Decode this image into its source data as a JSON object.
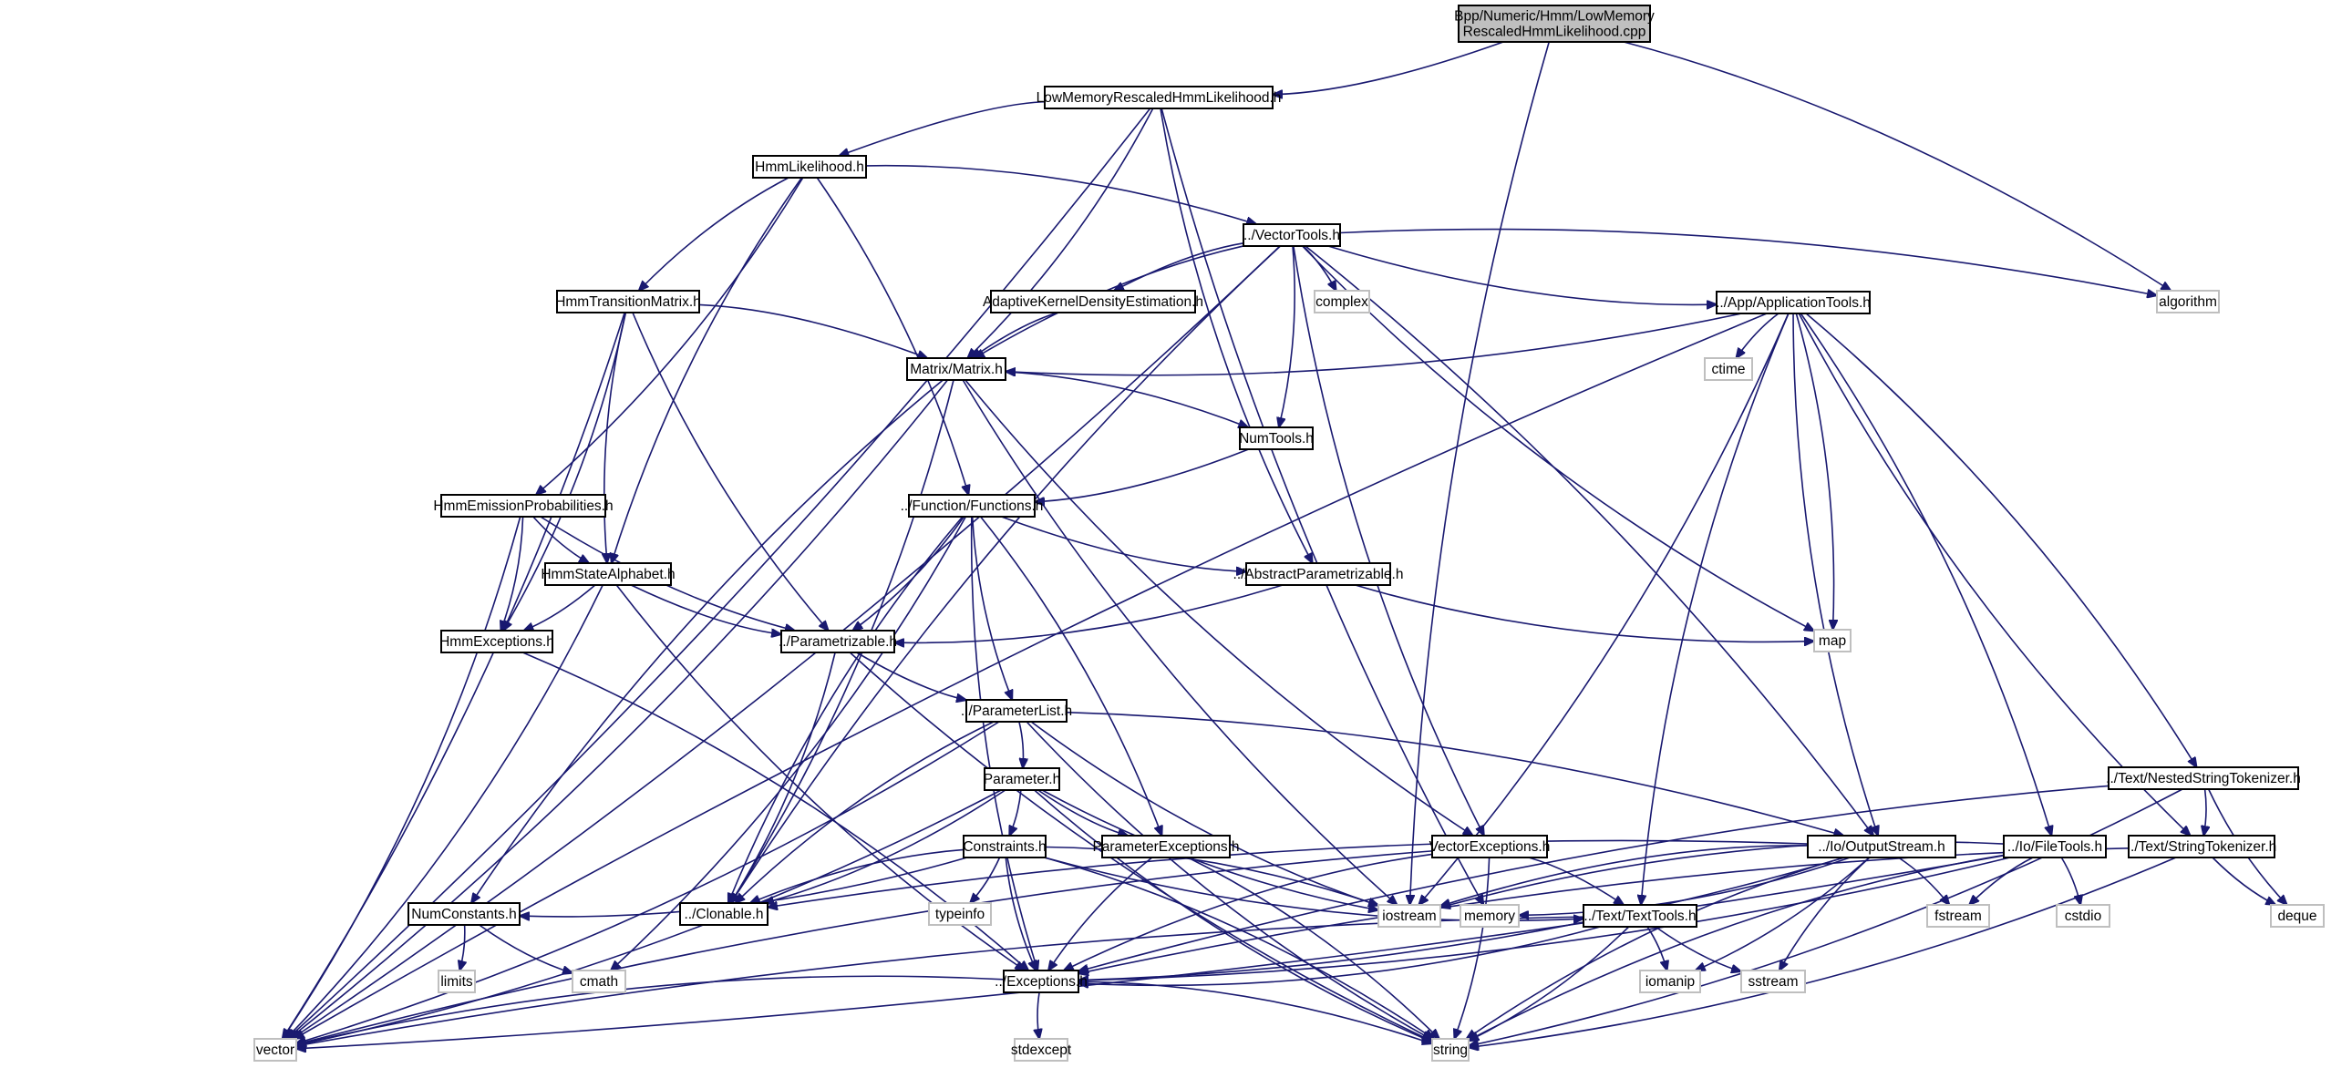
{
  "title": "Include dependency graph for LowMemoryRescaledHmmLikelihood.cpp",
  "colors": {
    "edge": "#191970",
    "root_fill": "#bfbfbf",
    "node_border": "#000000",
    "system_border": "#bfbfbf"
  },
  "nodes": [
    {
      "id": "root",
      "label": "Bpp/Numeric/Hmm/LowMemory\nRescaledHmmLikelihood.cpp",
      "kind": "root"
    },
    {
      "id": "lmrhl",
      "label": "LowMemoryRescaledHmmLikelihood.h",
      "kind": "project"
    },
    {
      "id": "hmml",
      "label": "HmmLikelihood.h",
      "kind": "project"
    },
    {
      "id": "vectortools",
      "label": "../VectorTools.h",
      "kind": "project"
    },
    {
      "id": "hmmtm",
      "label": "HmmTransitionMatrix.h",
      "kind": "project"
    },
    {
      "id": "akde",
      "label": "AdaptiveKernelDensityEstimation.h",
      "kind": "project"
    },
    {
      "id": "complex",
      "label": "complex",
      "kind": "system"
    },
    {
      "id": "apptools",
      "label": "../App/ApplicationTools.h",
      "kind": "project"
    },
    {
      "id": "algorithm",
      "label": "algorithm",
      "kind": "system"
    },
    {
      "id": "matrix",
      "label": "Matrix/Matrix.h",
      "kind": "project"
    },
    {
      "id": "ctime",
      "label": "ctime",
      "kind": "system"
    },
    {
      "id": "numtools",
      "label": "NumTools.h",
      "kind": "project"
    },
    {
      "id": "hmmep",
      "label": "HmmEmissionProbabilities.h",
      "kind": "project"
    },
    {
      "id": "functions",
      "label": "../Function/Functions.h",
      "kind": "project"
    },
    {
      "id": "hmmsa",
      "label": "HmmStateAlphabet.h",
      "kind": "project"
    },
    {
      "id": "abstractparam",
      "label": "../AbstractParametrizable.h",
      "kind": "project"
    },
    {
      "id": "map",
      "label": "map",
      "kind": "system"
    },
    {
      "id": "hmmexc",
      "label": "HmmExceptions.h",
      "kind": "project"
    },
    {
      "id": "parametrizable",
      "label": "../Parametrizable.h",
      "kind": "project"
    },
    {
      "id": "paramlist",
      "label": "../ParameterList.h",
      "kind": "project"
    },
    {
      "id": "nested",
      "label": "../Text/NestedStringTokenizer.h",
      "kind": "project"
    },
    {
      "id": "parameter",
      "label": "Parameter.h",
      "kind": "project"
    },
    {
      "id": "constraints",
      "label": "Constraints.h",
      "kind": "project"
    },
    {
      "id": "paramexc",
      "label": "ParameterExceptions.h",
      "kind": "project"
    },
    {
      "id": "vectorexc",
      "label": "VectorExceptions.h",
      "kind": "project"
    },
    {
      "id": "outputstream",
      "label": "../Io/OutputStream.h",
      "kind": "project"
    },
    {
      "id": "filetools",
      "label": "../Io/FileTools.h",
      "kind": "project"
    },
    {
      "id": "strtok",
      "label": "../Text/StringTokenizer.h",
      "kind": "project"
    },
    {
      "id": "numconst",
      "label": "NumConstants.h",
      "kind": "project"
    },
    {
      "id": "clonable",
      "label": "../Clonable.h",
      "kind": "project"
    },
    {
      "id": "typeinfo",
      "label": "typeinfo",
      "kind": "system"
    },
    {
      "id": "iostream",
      "label": "iostream",
      "kind": "system"
    },
    {
      "id": "memory",
      "label": "memory",
      "kind": "system"
    },
    {
      "id": "texttools",
      "label": "../Text/TextTools.h",
      "kind": "project"
    },
    {
      "id": "fstream",
      "label": "fstream",
      "kind": "system"
    },
    {
      "id": "cstdio",
      "label": "cstdio",
      "kind": "system"
    },
    {
      "id": "deque",
      "label": "deque",
      "kind": "system"
    },
    {
      "id": "limits",
      "label": "limits",
      "kind": "system"
    },
    {
      "id": "cmath",
      "label": "cmath",
      "kind": "system"
    },
    {
      "id": "exceptions",
      "label": "../Exceptions.h",
      "kind": "project"
    },
    {
      "id": "iomanip",
      "label": "iomanip",
      "kind": "system"
    },
    {
      "id": "sstream",
      "label": "sstream",
      "kind": "system"
    },
    {
      "id": "vector",
      "label": "vector",
      "kind": "system"
    },
    {
      "id": "stdexcept",
      "label": "stdexcept",
      "kind": "system"
    },
    {
      "id": "string",
      "label": "string",
      "kind": "system"
    }
  ],
  "edges": [
    [
      "root",
      "lmrhl"
    ],
    [
      "root",
      "iostream"
    ],
    [
      "root",
      "algorithm"
    ],
    [
      "lmrhl",
      "hmml"
    ],
    [
      "lmrhl",
      "matrix"
    ],
    [
      "lmrhl",
      "abstractparam"
    ],
    [
      "lmrhl",
      "vector"
    ],
    [
      "lmrhl",
      "memory"
    ],
    [
      "hmml",
      "vectortools"
    ],
    [
      "hmml",
      "hmmtm"
    ],
    [
      "hmml",
      "hmmep"
    ],
    [
      "hmml",
      "hmmsa"
    ],
    [
      "hmml",
      "functions"
    ],
    [
      "vectortools",
      "akde"
    ],
    [
      "vectortools",
      "complex"
    ],
    [
      "vectortools",
      "apptools"
    ],
    [
      "vectortools",
      "algorithm"
    ],
    [
      "vectortools",
      "matrix"
    ],
    [
      "vectortools",
      "numtools"
    ],
    [
      "vectortools",
      "vectorexc"
    ],
    [
      "vectortools",
      "outputstream"
    ],
    [
      "vectortools",
      "map"
    ],
    [
      "vectortools",
      "vector"
    ],
    [
      "vectortools",
      "clonable"
    ],
    [
      "hmmtm",
      "matrix"
    ],
    [
      "hmmtm",
      "hmmsa"
    ],
    [
      "hmmtm",
      "hmmexc"
    ],
    [
      "hmmtm",
      "parametrizable"
    ],
    [
      "hmmtm",
      "vector"
    ],
    [
      "akde",
      "matrix"
    ],
    [
      "apptools",
      "matrix"
    ],
    [
      "apptools",
      "ctime"
    ],
    [
      "apptools",
      "map"
    ],
    [
      "apptools",
      "outputstream"
    ],
    [
      "apptools",
      "filetools"
    ],
    [
      "apptools",
      "strtok"
    ],
    [
      "apptools",
      "nested"
    ],
    [
      "apptools",
      "texttools"
    ],
    [
      "apptools",
      "iostream"
    ],
    [
      "apptools",
      "vector"
    ],
    [
      "matrix",
      "numtools"
    ],
    [
      "matrix",
      "vectorexc"
    ],
    [
      "matrix",
      "clonable"
    ],
    [
      "matrix",
      "numconst"
    ],
    [
      "matrix",
      "vector"
    ],
    [
      "matrix",
      "iostream"
    ],
    [
      "numtools",
      "functions"
    ],
    [
      "hmmep",
      "hmmsa"
    ],
    [
      "hmmep",
      "hmmexc"
    ],
    [
      "hmmep",
      "parametrizable"
    ],
    [
      "hmmep",
      "vector"
    ],
    [
      "functions",
      "abstractparam"
    ],
    [
      "functions",
      "parametrizable"
    ],
    [
      "functions",
      "paramlist"
    ],
    [
      "functions",
      "paramexc"
    ],
    [
      "functions",
      "clonable"
    ],
    [
      "functions",
      "cmath"
    ],
    [
      "functions",
      "exceptions"
    ],
    [
      "hmmsa",
      "hmmexc"
    ],
    [
      "hmmsa",
      "parametrizable"
    ],
    [
      "hmmsa",
      "vector"
    ],
    [
      "hmmsa",
      "exceptions"
    ],
    [
      "abstractparam",
      "parametrizable"
    ],
    [
      "abstractparam",
      "map"
    ],
    [
      "hmmexc",
      "exceptions"
    ],
    [
      "parametrizable",
      "paramlist"
    ],
    [
      "parametrizable",
      "clonable"
    ],
    [
      "parametrizable",
      "string"
    ],
    [
      "paramlist",
      "parameter"
    ],
    [
      "paramlist",
      "clonable"
    ],
    [
      "paramlist",
      "outputstream"
    ],
    [
      "paramlist",
      "iostream"
    ],
    [
      "paramlist",
      "vector"
    ],
    [
      "paramlist",
      "string"
    ],
    [
      "nested",
      "strtok"
    ],
    [
      "nested",
      "deque"
    ],
    [
      "nested",
      "string"
    ],
    [
      "nested",
      "exceptions"
    ],
    [
      "parameter",
      "constraints"
    ],
    [
      "parameter",
      "paramexc"
    ],
    [
      "parameter",
      "clonable"
    ],
    [
      "parameter",
      "iostream"
    ],
    [
      "parameter",
      "vector"
    ],
    [
      "parameter",
      "string"
    ],
    [
      "constraints",
      "typeinfo"
    ],
    [
      "constraints",
      "clonable"
    ],
    [
      "constraints",
      "numconst"
    ],
    [
      "constraints",
      "exceptions"
    ],
    [
      "constraints",
      "iostream"
    ],
    [
      "constraints",
      "texttools"
    ],
    [
      "constraints",
      "string"
    ],
    [
      "paramexc",
      "exceptions"
    ],
    [
      "paramexc",
      "string"
    ],
    [
      "vectorexc",
      "exceptions"
    ],
    [
      "vectorexc",
      "texttools"
    ],
    [
      "vectorexc",
      "vector"
    ],
    [
      "vectorexc",
      "string"
    ],
    [
      "outputstream",
      "iostream"
    ],
    [
      "outputstream",
      "fstream"
    ],
    [
      "outputstream",
      "sstream"
    ],
    [
      "outputstream",
      "iomanip"
    ],
    [
      "outputstream",
      "clonable"
    ],
    [
      "outputstream",
      "exceptions"
    ],
    [
      "outputstream",
      "string"
    ],
    [
      "outputstream",
      "memory"
    ],
    [
      "filetools",
      "fstream"
    ],
    [
      "filetools",
      "cstdio"
    ],
    [
      "filetools",
      "iostream"
    ],
    [
      "filetools",
      "vector"
    ],
    [
      "filetools",
      "string"
    ],
    [
      "filetools",
      "exceptions"
    ],
    [
      "strtok",
      "deque"
    ],
    [
      "strtok",
      "string"
    ],
    [
      "strtok",
      "exceptions"
    ],
    [
      "numconst",
      "limits"
    ],
    [
      "numconst",
      "cmath"
    ],
    [
      "texttools",
      "iomanip"
    ],
    [
      "texttools",
      "sstream"
    ],
    [
      "texttools",
      "exceptions"
    ],
    [
      "texttools",
      "vector"
    ],
    [
      "texttools",
      "string"
    ],
    [
      "exceptions",
      "stdexcept"
    ],
    [
      "exceptions",
      "string"
    ],
    [
      "exceptions",
      "vector"
    ]
  ]
}
